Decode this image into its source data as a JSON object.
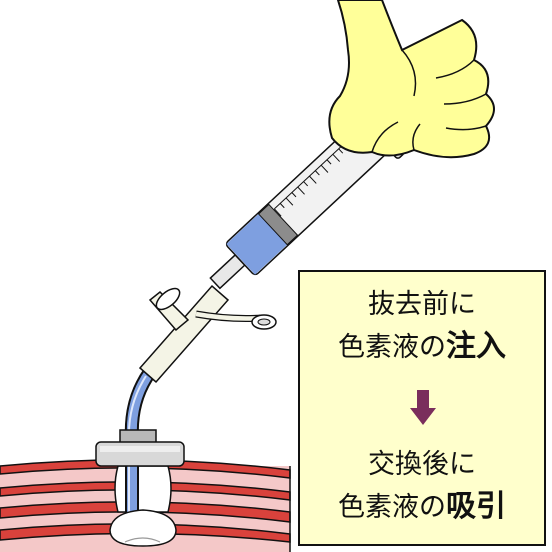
{
  "callout": {
    "step1_line1": "抜去前に",
    "step1_line2_prefix": "色素液の",
    "step1_line2_emphasis": "注入",
    "step2_line1": "交換後に",
    "step2_line2_prefix": "色素液の",
    "step2_line2_emphasis": "吸引"
  },
  "colors": {
    "box_background": "#ffffcc",
    "arrow": "#7a2e5c",
    "glove": "#ffff99",
    "dye_liquid": "#7e9fe0",
    "tissue_red": "#d9423c",
    "tissue_pink": "#f4c8c8"
  },
  "icons": {
    "arrow": "down-arrow-icon"
  }
}
